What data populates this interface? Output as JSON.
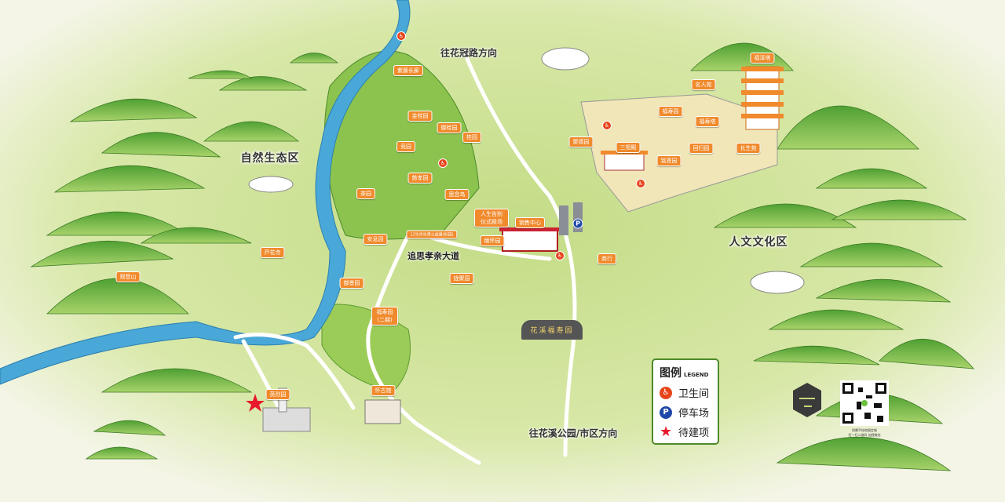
{
  "directions": {
    "north": "往花冠路方向",
    "south": "往花溪公园/市区方向"
  },
  "zones": {
    "nature": "自然生态区",
    "culture": "人文文化区"
  },
  "road": "追思孝亲大道",
  "stone_inscription": "花溪福寿园",
  "labels": {
    "zitengchanglang": "紫藤长廊",
    "jinguiyuan": "金桂园",
    "yuguiyuan": "御桂园",
    "guiyuan": "桂园",
    "jingyuan": "竞园",
    "cixiaoyuan": "慈孝园",
    "chayuan": "茶园",
    "siniandao": "思念岛",
    "gaobie": "人生告别仪式殿场",
    "anxiyuan": "安息园",
    "shengxiao": "12生肖先贤公益墓(拟园)",
    "mianhuaiyuan": "缅怀园",
    "sales": "销售中心",
    "longjuyuan": "拢聚园",
    "yujingyuan": "御景园",
    "fushouyuan2": "福寿园(二期)",
    "luhuasi": "芦花寺",
    "guanyinshan": "观音山",
    "yingliequan": "英烈园",
    "huaiguguan": "怀古馆",
    "fuzeta": "福泽塔",
    "mingrenyuan": "名人苑",
    "fushouyuan": "福寿园",
    "fushouta": "福寿塔",
    "judeyuan": "聚德园",
    "sanzudian": "三祖殿",
    "huiguiyuan": "回归园",
    "changshengyuan": "长生苑",
    "mingenyuan": "铭恩园",
    "shanghang": "商行"
  },
  "legend": {
    "title": "图例",
    "title_en": "LEGEND",
    "items": [
      {
        "icon": "restroom-icon",
        "label": "卫生间",
        "color": "#e8441c"
      },
      {
        "icon": "parking-icon",
        "label": "停车场",
        "color": "#1f48a8"
      },
      {
        "icon": "star-icon",
        "label": "待建项",
        "color": "#e8182c"
      }
    ]
  },
  "qr": {
    "line1": "如需手绘地图定制",
    "line2": "扫一扫二维码 加我微信"
  },
  "colors": {
    "river": "#4aa8d8",
    "grass": "#b9d877",
    "hill": "#5fae3a",
    "label": "#f08a2c"
  }
}
